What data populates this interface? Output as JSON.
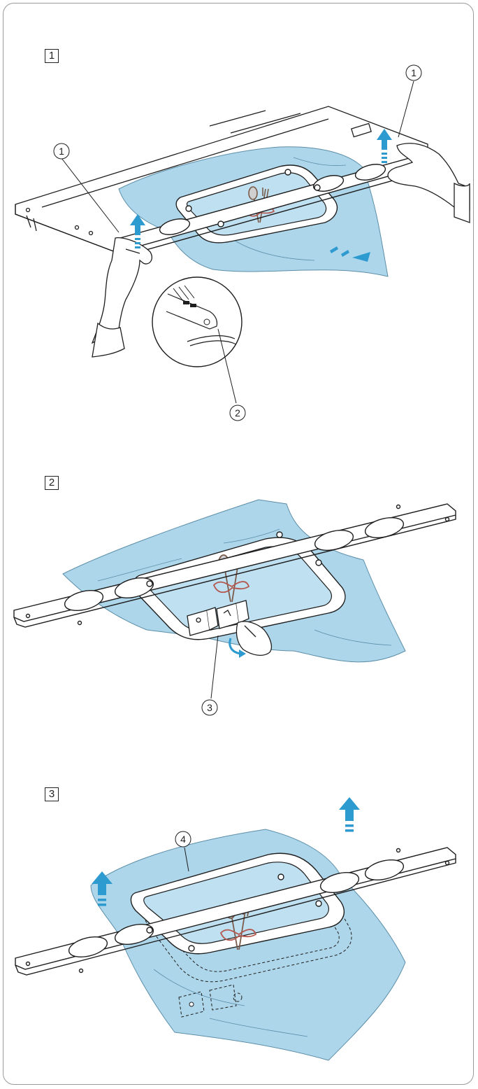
{
  "steps": [
    {
      "number": "1",
      "callouts": [
        "1",
        "1",
        "2"
      ]
    },
    {
      "number": "2",
      "callouts": [
        "3"
      ]
    },
    {
      "number": "3",
      "callouts": [
        "4"
      ]
    }
  ],
  "colors": {
    "fabric": "#aed6ea",
    "fabric_dark": "#8cc2dc",
    "arrow": "#2d9ad0",
    "line": "#1e1e1e",
    "frame_border": "#9a9a9a"
  }
}
